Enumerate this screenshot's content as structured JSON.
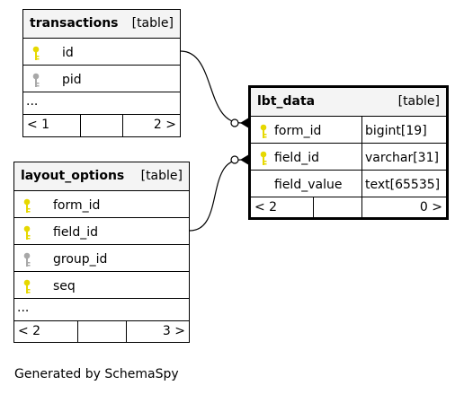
{
  "tables": {
    "transactions": {
      "name": "transactions",
      "type": "[table]",
      "columns": [
        {
          "name": "id",
          "key": "primary"
        },
        {
          "name": "pid",
          "key": "foreign"
        }
      ],
      "ellipsis": "...",
      "pager": {
        "prev": "< 1",
        "next": "2 >"
      }
    },
    "layout_options": {
      "name": "layout_options",
      "type": "[table]",
      "columns": [
        {
          "name": "form_id",
          "key": "primary"
        },
        {
          "name": "field_id",
          "key": "primary"
        },
        {
          "name": "group_id",
          "key": "foreign"
        },
        {
          "name": "seq",
          "key": "primary"
        }
      ],
      "ellipsis": "...",
      "pager": {
        "prev": "< 2",
        "next": "3 >"
      }
    },
    "lbt_data": {
      "name": "lbt_data",
      "type": "[table]",
      "columns": [
        {
          "name": "form_id",
          "datatype": "bigint[19]",
          "key": "primary"
        },
        {
          "name": "field_id",
          "datatype": "varchar[31]",
          "key": "primary"
        },
        {
          "name": "field_value",
          "datatype": "text[65535]",
          "key": "none"
        }
      ],
      "pager": {
        "prev": "< 2",
        "next": "0 >"
      }
    }
  },
  "footer": "Generated by SchemaSpy",
  "colors": {
    "primary_key": "#e6d800",
    "foreign_key": "#a8a8a8",
    "border": "#000000",
    "header_bg": "#f4f4f4"
  }
}
